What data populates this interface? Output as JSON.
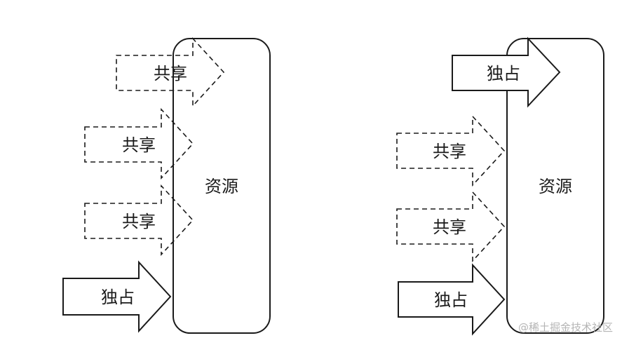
{
  "labels": {
    "shared": "共享",
    "exclusive": "独占",
    "resource": "资源"
  },
  "watermark": "@稀土掘金技术社区"
}
